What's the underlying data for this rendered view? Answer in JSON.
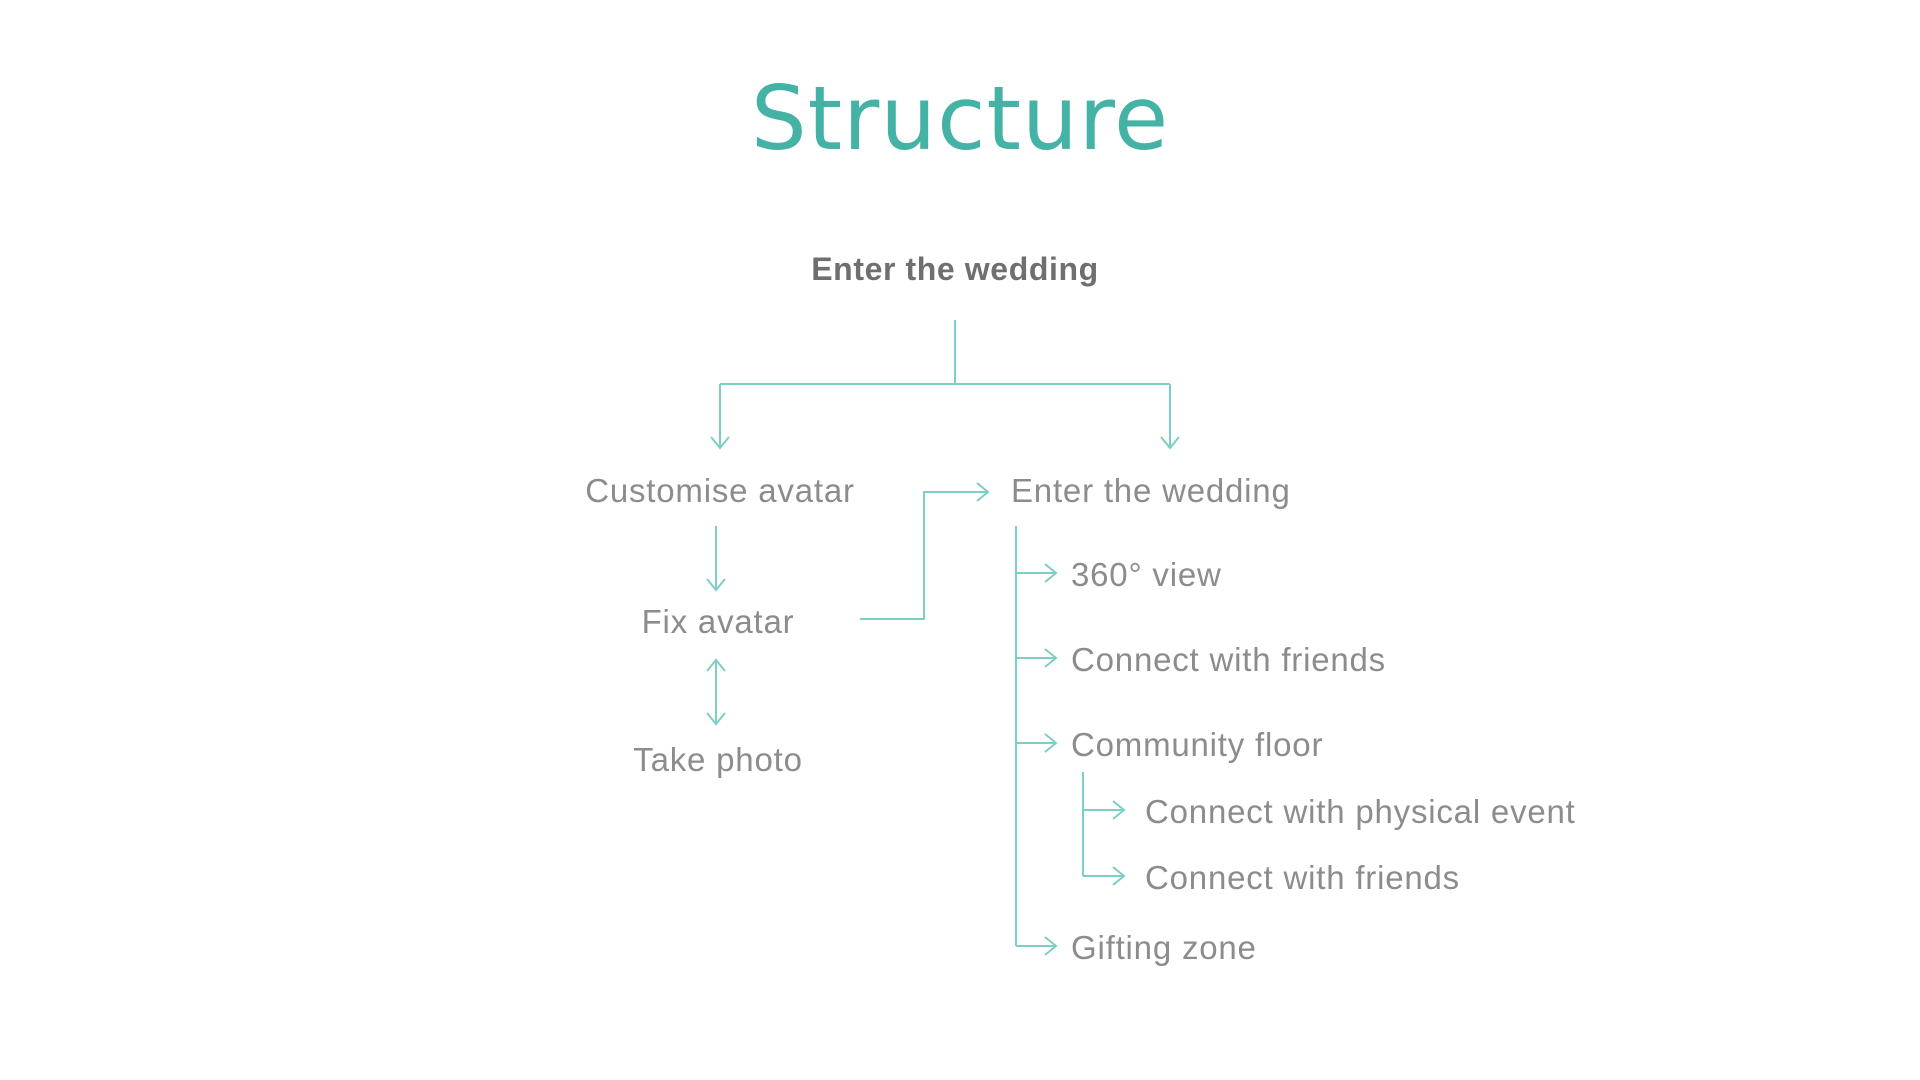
{
  "title": "Structure",
  "diagram": {
    "root": "Enter the wedding",
    "left_branch": {
      "customise": "Customise avatar",
      "fix": "Fix avatar",
      "photo": "Take photo"
    },
    "right_branch": {
      "enter": "Enter the wedding",
      "view360": "360° view",
      "connect_friends": "Connect with friends",
      "community": "Community floor",
      "community_physical": "Connect with physical event",
      "community_friends": "Connect with friends",
      "gifting": "Gifting zone"
    }
  },
  "colors": {
    "accent": "#45b2a6",
    "connector": "#7ccfc5",
    "text": "#8c8c8c",
    "root_text": "#6f6f6f",
    "background": "#ffffff"
  }
}
